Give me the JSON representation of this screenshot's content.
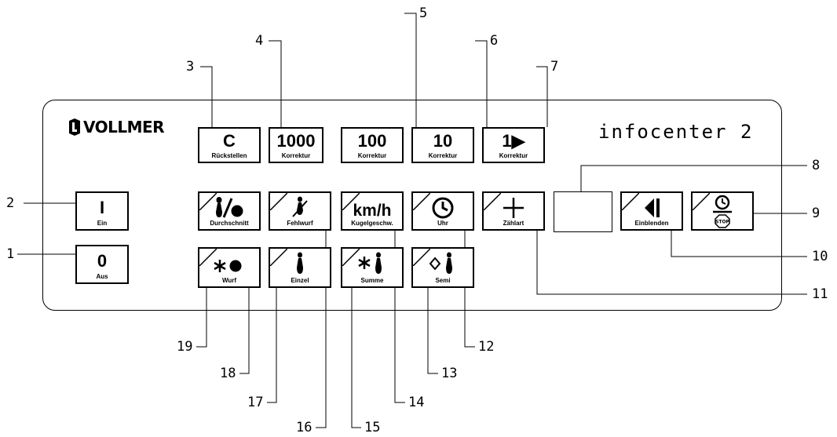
{
  "brand": "VOLLMER",
  "product": "infocenter 2",
  "keys": {
    "aus": {
      "main": "0",
      "sub": "Aus"
    },
    "ein": {
      "main": "I",
      "sub": "Ein"
    },
    "rueck": {
      "main": "C",
      "sub": "Rückstellen"
    },
    "k1000": {
      "main": "1000",
      "sub": "Korrektur"
    },
    "k100": {
      "main": "100",
      "sub": "Korrektur"
    },
    "k10": {
      "main": "10",
      "sub": "Korrektur"
    },
    "k1": {
      "main": "1▶",
      "sub": "Korrektur"
    },
    "durchschnitt": {
      "sub": "Durchschnitt"
    },
    "fehlwurf": {
      "sub": "Fehlwurf"
    },
    "kugelgeschw": {
      "main": "km/h",
      "sub": "Kugelgeschw."
    },
    "uhr": {
      "sub": "Uhr"
    },
    "zaehlart": {
      "sub": "Zählart"
    },
    "einblenden": {
      "sub": "Einblenden"
    },
    "wurf": {
      "sub": "Wurf"
    },
    "einzel": {
      "sub": "Einzel"
    },
    "summe": {
      "sub": "Summe"
    },
    "semi": {
      "sub": "Semi"
    }
  },
  "callouts": {
    "c1": "1",
    "c2": "2",
    "c3": "3",
    "c4": "4",
    "c5": "5",
    "c6": "6",
    "c7": "7",
    "c8": "8",
    "c9": "9",
    "c10": "10",
    "c11": "11",
    "c12": "12",
    "c13": "13",
    "c14": "14",
    "c15": "15",
    "c16": "16",
    "c17": "17",
    "c18": "18",
    "c19": "19"
  },
  "icons": {
    "durchschnitt": "pin-slash-ball-icon",
    "fehlwurf": "fallen-pin-icon",
    "uhr": "clock-icon",
    "zaehlart": "plus-icon",
    "einblenden": "triangle-left-bar-icon",
    "stop": "clock-stop-icon",
    "wurf": "star-ball-icon",
    "einzel": "pin-icon",
    "summe": "star-pin-icon",
    "semi": "diamond-pin-icon"
  }
}
